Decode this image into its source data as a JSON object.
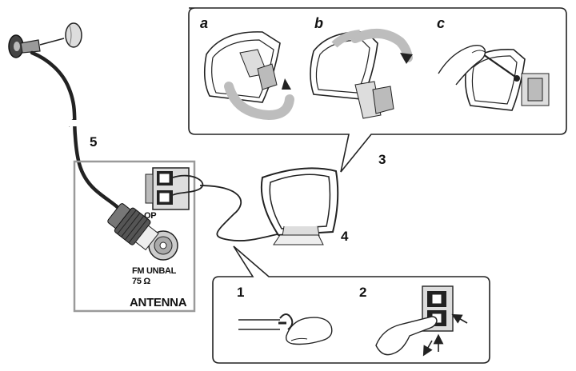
{
  "labels": {
    "sub_a": "a",
    "sub_b": "b",
    "sub_c": "c",
    "step_1": "1",
    "step_2": "2",
    "step_3": "3",
    "step_4": "4",
    "step_5": "5"
  },
  "panel": {
    "loop_terminal": "OP",
    "fm_line1": "FM UNBAL",
    "fm_line2": "75 Ω",
    "antenna": "ANTENNA"
  },
  "colors": {
    "panel_border": "#9a9a9a",
    "line": "#222222",
    "arrow_fill": "#b8b8b8"
  }
}
